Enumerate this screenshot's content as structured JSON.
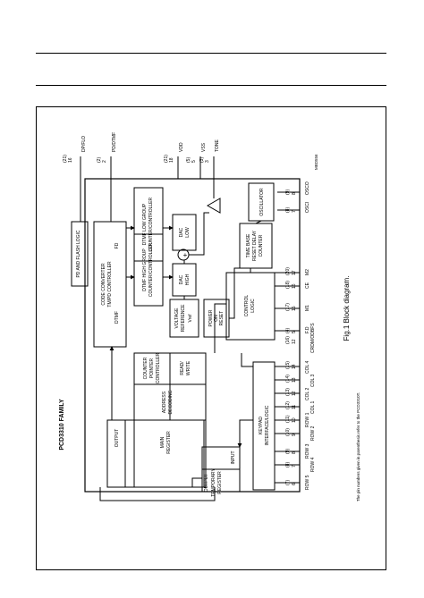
{
  "figure": {
    "family_title": "PCD3310 FAMILY",
    "caption": "Fig.1  Block diagram.",
    "footnote": "The pin numbers given in parenthesis refer to the PCD3310T.",
    "figure_code": "MBD556"
  },
  "blocks": {
    "pd_flash": "PD AND FLASH LOGIC",
    "code_converter_1": "CODE CONVERTER",
    "code_converter_2": "TM/PD CONTROLLER",
    "fd_label": "FD",
    "dtmf_label": "DTMF",
    "dtmf_low_1": "DTMF LOW GROUP",
    "dtmf_low_2": "COUNTER/CONTROLLER",
    "dtmf_high_1": "DTMF HIGH GROUP",
    "dtmf_high_2": "COUNTER/CONTROLLER",
    "dac_low_1": "DAC",
    "dac_low_2": "LOW",
    "dac_high_1": "DAC",
    "dac_high_2": "HIGH",
    "sum_symbol": "+",
    "vref_1": "VOLTAGE",
    "vref_2": "REFERENCE",
    "vref_3": "Vref",
    "por_1": "POWER",
    "por_2": "ON",
    "por_3": "RESET",
    "timebase_1": "TIME BASE",
    "timebase_2": "RESET DELAY",
    "timebase_3": "COUNTER",
    "oscillator": "OSCILLATOR",
    "control_1": "CONTROL",
    "control_2": "LOGIC",
    "counter_1": "COUNTER",
    "counter_2": "POINTER",
    "counter_3": "CONTROLLER",
    "readwrite_1": "READ/",
    "readwrite_2": "WRITE",
    "address_1": "ADDRESS",
    "address_2": "DECODING",
    "main_register_1": "MAIN",
    "main_register_2": "REGISTER",
    "main_output": "OUTPUT",
    "temp_1": "TEMPORARY",
    "temp_2": "REGISTER",
    "temp_output": "OUTPUT",
    "temp_input": "INPUT",
    "keypad_1": "KEYPAD",
    "keypad_2": "INTERFACE/LOGIC"
  },
  "pins": {
    "dp_flo": {
      "name": "DP/FLO",
      "num": "16",
      "alt": "(21)"
    },
    "pd_dtmf": {
      "name": "PD/DTMF",
      "num": "2",
      "alt": "(2)"
    },
    "vdd": {
      "name": "VDD",
      "num": "18",
      "alt": "(21)"
    },
    "vss": {
      "name": "VSS",
      "num": "5",
      "alt": "(5)"
    },
    "tone": {
      "name": "TONE",
      "num": "3",
      "alt": "(3)"
    },
    "osci": {
      "name": "OSCI",
      "num": "7",
      "alt": "(8)"
    },
    "osco": {
      "name": "OSCO",
      "num": "8",
      "alt": "(9)"
    },
    "ce": {
      "name": "CE",
      "num": "16",
      "alt": "(18)"
    },
    "m2": {
      "name": "M2",
      "num": "17",
      "alt": "(20)"
    },
    "m1": {
      "name": "M1",
      "num": "15",
      "alt": "(17)"
    },
    "fld": {
      "name": "F.D",
      "num": "5",
      "alt": "(4)"
    },
    "crdm": {
      "name": "CRDM/ODBFS",
      "num": "12",
      "alt": "(16)"
    },
    "col4": {
      "name": "COL 4",
      "num": "14",
      "alt": "(15)"
    },
    "col3": {
      "name": "COL 3",
      "num": "13",
      "alt": "(14)"
    },
    "col2": {
      "name": "COL 2",
      "num": "12",
      "alt": "(13)"
    },
    "col1": {
      "name": "COL 1",
      "num": "11",
      "alt": "(12)"
    },
    "row1": {
      "name": "ROW 1",
      "num": "10",
      "alt": "(11)"
    },
    "row2": {
      "name": "ROW 2",
      "num": "9",
      "alt": "(10)"
    },
    "row3": {
      "name": "ROW 3",
      "num": "8",
      "alt": "(9)"
    },
    "row4": {
      "name": "ROW 4",
      "num": "7",
      "alt": "(8)"
    },
    "row5": {
      "name": "ROW 5",
      "num": "6",
      "alt": "(7)"
    }
  }
}
